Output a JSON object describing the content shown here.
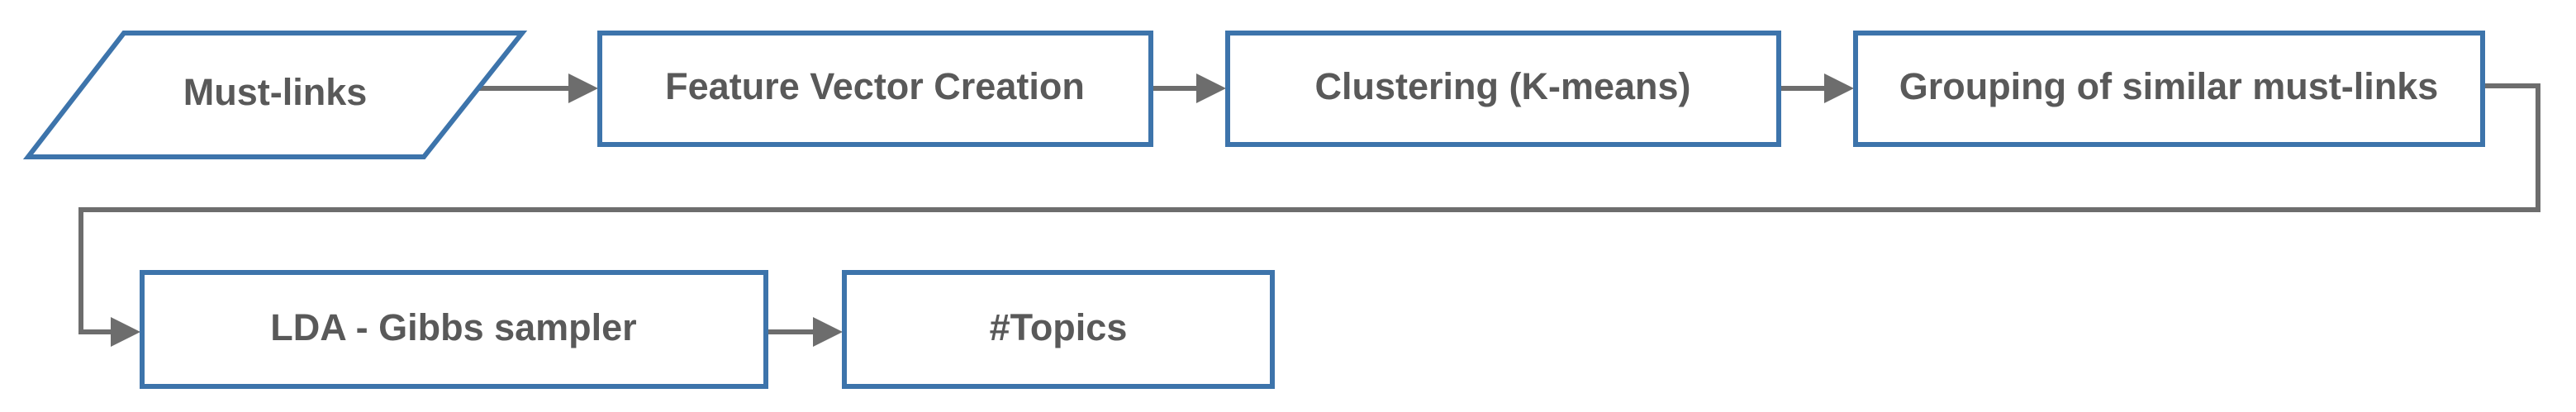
{
  "flowchart": {
    "nodes": {
      "must_links": "Must-links",
      "feature_vector": "Feature Vector Creation",
      "clustering": "Clustering (K-means)",
      "grouping": "Grouping of similar must-links",
      "lda": "LDA - Gibbs sampler",
      "topics": "#Topics"
    },
    "edges": [
      [
        "Must-links",
        "Feature Vector Creation"
      ],
      [
        "Feature Vector Creation",
        "Clustering (K-means)"
      ],
      [
        "Clustering (K-means)",
        "Grouping of similar must-links"
      ],
      [
        "Grouping of similar must-links",
        "LDA - Gibbs sampler"
      ],
      [
        "LDA - Gibbs sampler",
        "#Topics"
      ]
    ],
    "colors": {
      "node_border": "#3d74ab",
      "text": "#595959",
      "connector": "#6d6d6d"
    }
  }
}
